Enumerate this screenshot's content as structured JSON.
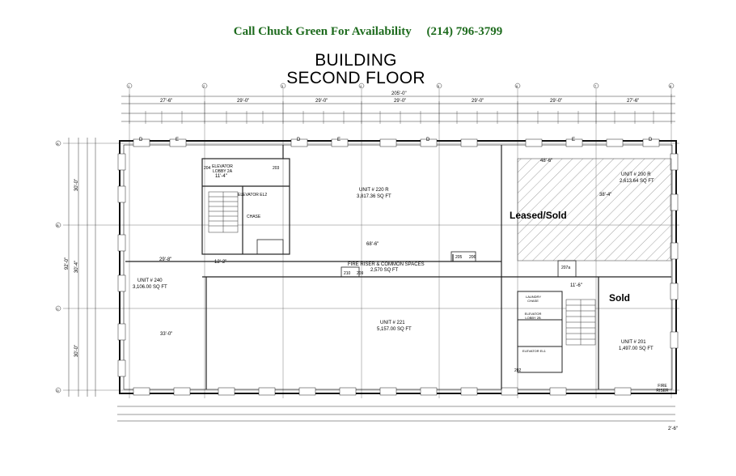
{
  "header": {
    "contact_line": "Call Chuck Green For Availability     (214) 796-3799",
    "contact_color": "#1e6b1e"
  },
  "title": {
    "line1": "BUILDING",
    "line2": "SECOND FLOOR"
  },
  "dimensions": {
    "overall_width": "205'-0\"",
    "bays": [
      "27'-6\"",
      "29'-0\"",
      "29'-0\"",
      "29'-0\"",
      "29'-0\"",
      "29'-0\"",
      "27'-6\""
    ],
    "overall_depth": "92'-0\"",
    "left_bays": [
      "30'-0\"",
      "30'-4\"",
      "30'-0\""
    ],
    "right_bottom": "2'-6\""
  },
  "units": {
    "u220r": {
      "name": "UNIT # 220 R",
      "area": "3,817.36 SQ FT"
    },
    "u200r": {
      "name": "UNIT # 200 R",
      "area": "2,613.64 SQ FT"
    },
    "u240": {
      "name": "UNIT # 240",
      "area": "3,106.00 SQ FT"
    },
    "common": {
      "name": "FIRE RISER & COMMON SPACES",
      "area": "2,570 SQ FT"
    },
    "u221": {
      "name": "UNIT # 221",
      "area": "5,157.00 SQ FT"
    },
    "u201": {
      "name": "UNIT # 201",
      "area": "1,497.00 SQ FT"
    }
  },
  "status": {
    "leased_sold": "Leased/Sold",
    "sold": "Sold"
  },
  "rooms": {
    "elevator_lobby": "ELEVATOR LOBBY 2A",
    "elevator": "ELEVATOR EL2",
    "chase": "CHASE",
    "elevator_lobby_2b": "ELEVATOR LOBBY 2B",
    "elevator_2b": "ELEVATOR EL1",
    "fire_riser": "FIRE RISER",
    "laundry": "LAUNDRY CHASE",
    "room_204": "204",
    "room_203": "203",
    "room_205": "205",
    "room_206": "206",
    "room_210": "210",
    "room_209": "209",
    "room_207a": "207a",
    "room_202": "202"
  },
  "inner_dims": {
    "d_68_6": "68'-6\"",
    "d_33_0": "33'-0\"",
    "d_29_8": "29'-8\"",
    "d_12_2": "12'-2\"",
    "d_11_4": "11'-4\"",
    "d_48_6": "48'-6\"",
    "d_38_4": "38'-4\"",
    "d_11_6": "11'-6\""
  },
  "grid": {
    "columns": [
      "1",
      "2",
      "3",
      "4",
      "5",
      "6",
      "7",
      "8"
    ],
    "rows": [
      "A",
      "B",
      "C",
      "D"
    ]
  },
  "window_tags": [
    "D",
    "E",
    "D",
    "E",
    "D",
    "E",
    "D"
  ]
}
